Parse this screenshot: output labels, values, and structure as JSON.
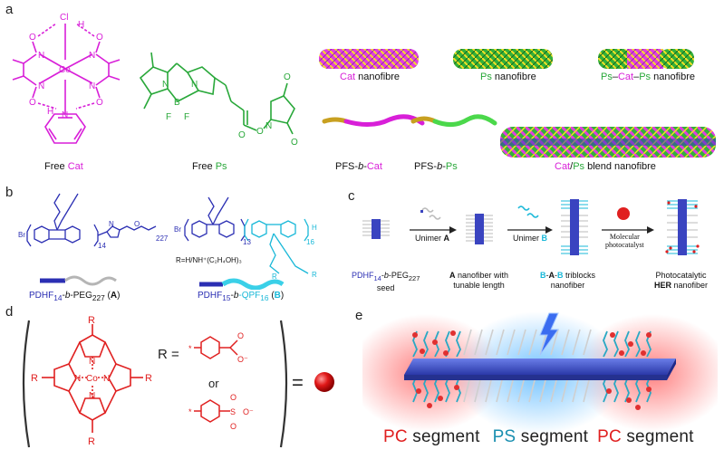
{
  "panel_labels": {
    "a": "a",
    "b": "b",
    "c": "c",
    "d": "d",
    "e": "e"
  },
  "colors": {
    "catalyst": "#d81fd8",
    "sensitizer": "#29a83a",
    "pdhf": "#2b2fb3",
    "qpf": "#19b8d8",
    "porphyrin": "#e02020",
    "pc_text": "#e02020",
    "ps_text": "#1a8fb0"
  },
  "panel_a": {
    "free_cat": {
      "prefix": "Free ",
      "name": "Cat"
    },
    "free_ps": {
      "prefix": "Free ",
      "name": "Ps"
    },
    "cat_atoms": {
      "cl": "Cl",
      "co": "Co",
      "n": "N",
      "o": "O",
      "h": "H"
    },
    "ps_atoms": {
      "n": "N",
      "b": "B",
      "f": "F",
      "o": "O"
    },
    "nanofibres": {
      "cat": {
        "name": "Cat",
        "suffix": " nanofibre"
      },
      "ps": {
        "name": "Ps",
        "suffix": " nanofibre"
      },
      "ps_cat_ps": {
        "ps1": "Ps",
        "d1": "–",
        "cat": "Cat",
        "d2": "–",
        "ps2": "Ps",
        "suffix": " nanofibre"
      },
      "pfs_cat": {
        "prefix": "PFS-",
        "b": "b",
        "dash": "-",
        "name": "Cat"
      },
      "pfs_ps": {
        "prefix": "PFS-",
        "b": "b",
        "dash": "-",
        "name": "Ps"
      },
      "blend": {
        "cat": "Cat",
        "slash": "/",
        "ps": "Ps",
        "suffix": " blend nanofibre"
      }
    }
  },
  "panel_b": {
    "a_polymer": {
      "t1": "PDHF",
      "s1": "14",
      "t2": "-",
      "b": "b",
      "t3": "-PEG",
      "s2": "227",
      "tag": "A"
    },
    "b_polymer": {
      "t1": "PDHF",
      "s1": "15",
      "t2": "-",
      "b": "b",
      "t3": "-QPF",
      "s2": "16",
      "tag": "B"
    },
    "r_def": "R=H/NH⁺(C₂H₄OH)₃",
    "subscripts": {
      "n14": "14",
      "n227": "227",
      "n13": "13",
      "n16": "16"
    },
    "atoms": {
      "br": "Br",
      "n": "N",
      "o": "O",
      "h": "H",
      "r": "R"
    }
  },
  "panel_c": {
    "seed": {
      "t1": "PDHF",
      "s1": "14",
      "t2": "-",
      "b": "b",
      "t3": "-PEG",
      "s2": "227",
      "line2": "seed"
    },
    "step1": {
      "pre": "Unimer ",
      "tag": "A"
    },
    "step2": {
      "pre": "Unimer ",
      "tag": "B"
    },
    "step3": {
      "l1": "Molecular",
      "l2": "photocatalyst"
    },
    "a_fiber": {
      "tag": "A",
      "l1": " nanofiber with",
      "l2": "tunable length"
    },
    "bab_fiber": {
      "b1": "B",
      "d1": "-",
      "a": "A",
      "d2": "-",
      "b2": "B",
      "l1": " triblocks",
      "l2": "nanofiber"
    },
    "her_fiber": {
      "l1": "Photocatalytic",
      "her": "HER",
      "l2": " nanofiber"
    }
  },
  "panel_d": {
    "r_eq": "R =",
    "or": "or",
    "equals": "=",
    "atoms": {
      "co": "Co",
      "n": "N",
      "r": "R",
      "o": "O",
      "s": "S",
      "o_minus": "O⁻",
      "star": "*"
    }
  },
  "panel_e": {
    "pc1": "PC",
    "seg1": " segment",
    "ps": "PS",
    "seg2": " segment",
    "pc2": "PC",
    "seg3": " segment"
  }
}
